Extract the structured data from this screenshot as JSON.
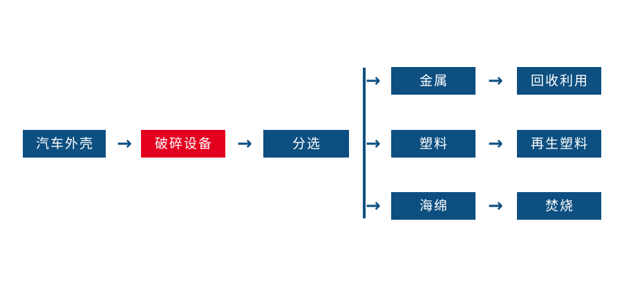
{
  "diagram": {
    "type": "process-flowchart",
    "title": "",
    "colors": {
      "primary_blue": "#0d4f80",
      "highlight_red": "#e3001f",
      "node_text": "#ffffff",
      "background": "#ffffff"
    },
    "arrow_glyph": "→",
    "nodes": [
      {
        "id": "car-shell",
        "label": "汽车外壳",
        "color": "blue"
      },
      {
        "id": "crushing-equipment",
        "label": "破碎设备",
        "color": "red"
      },
      {
        "id": "sorting",
        "label": "分选",
        "color": "blue"
      },
      {
        "id": "metal",
        "label": "金属",
        "color": "blue"
      },
      {
        "id": "recycling-reuse",
        "label": "回收利用",
        "color": "blue"
      },
      {
        "id": "plastic",
        "label": "塑料",
        "color": "blue"
      },
      {
        "id": "recycled-plastic",
        "label": "再生塑料",
        "color": "blue"
      },
      {
        "id": "sponge",
        "label": "海绵",
        "color": "blue"
      },
      {
        "id": "incineration",
        "label": "焚烧",
        "color": "blue"
      }
    ],
    "branches": [
      {
        "from": "sorting",
        "to": "metal",
        "then": "recycling-reuse"
      },
      {
        "from": "sorting",
        "to": "plastic",
        "then": "recycled-plastic"
      },
      {
        "from": "sorting",
        "to": "sponge",
        "then": "incineration"
      }
    ]
  }
}
